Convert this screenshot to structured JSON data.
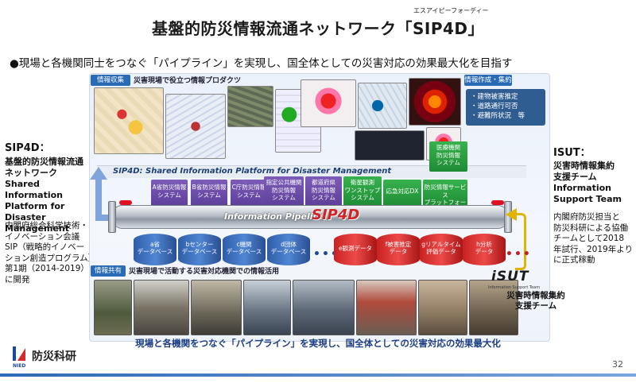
{
  "header": {
    "ruby": "エスアイピーフォーディー",
    "title": "基盤的防災情報流通ネットワーク「SIP4D」",
    "subtitle": "●現場と各機関同士をつなぐ「パイプライン」を実現し、国全体としての災害対応の効果最大化を目指す"
  },
  "left": {
    "heading": "SIP4D：",
    "name_ja_1": "基盤的防災情報流通",
    "name_ja_2": "ネットワーク",
    "name_en_1": "Shared Information",
    "name_en_2": "Platform for Disaster",
    "name_en_3": "Management",
    "desc_1": "内閣府総合科学技術・",
    "desc_2": "イノベーション会議",
    "desc_3": "SIP（戦略的イノベー",
    "desc_4": "ション創造プログラム）",
    "desc_5": "第1期（2014-2019）",
    "desc_6": "に開発"
  },
  "right": {
    "heading": "ISUT：",
    "name_ja_1": "災害時情報集約",
    "name_ja_2": "支援チーム",
    "name_en_1": "Information",
    "name_en_2": "Support Team",
    "desc_1": "内閣府防災担当と",
    "desc_2": "防災科研による協働",
    "desc_3": "チームとして2018",
    "desc_4": "年試行、2019年より",
    "desc_5": "に正式稼動",
    "logo": "iSUT",
    "logo_small": "Information Support Team",
    "caption_1": "災害時情報集約",
    "caption_2": "支援チーム"
  },
  "panel": {
    "top_tag": "情報収集",
    "top_caption": "災害現場で役立つ情報プロダクツ",
    "right_tag": "情報作成・集約",
    "info_list": [
      "・建物被害推定",
      "・道路通行可否",
      "・避難所状況　等"
    ],
    "platform_label": "SIP4D: Shared Information Platform for Disaster Management",
    "systems": [
      [
        "A省防災情報",
        "システム"
      ],
      [
        "B省防災情報",
        "システム"
      ],
      [
        "C庁防災情報",
        "システム"
      ],
      [
        "指定公共機関",
        "防災情報",
        "システム"
      ],
      [
        "都道府県",
        "防災情報",
        "システム"
      ]
    ],
    "green_systems": [
      [
        "衛星観測",
        "ワンストップ",
        "システム"
      ],
      [
        "応急対応DX"
      ],
      [
        "防災情報サービス",
        "プラットフォーム"
      ],
      [
        "医療機関",
        "防災情報",
        "システム"
      ]
    ],
    "pipeline_label": "Information Pipeline",
    "pipeline_logo": "SIP4D",
    "databases_blue": [
      [
        "a省",
        "データベース"
      ],
      [
        "bセンター",
        "データベース"
      ],
      [
        "c機関",
        "データベース"
      ],
      [
        "d団体",
        "データベース"
      ]
    ],
    "databases_red": [
      [
        "e観測データ"
      ],
      [
        "f被害推定",
        "データ"
      ],
      [
        "gリアルタイム",
        "評価データ"
      ],
      [
        "h分析",
        "データ"
      ]
    ],
    "dots": "•••",
    "bottom_tag": "情報共有",
    "bottom_caption": "災害現場で活動する災害対応機関での情報活用",
    "banner": "現場と各機関をつなぐ「パイプライン」を実現し、国全体としての災害対応の効果最大化"
  },
  "footer": {
    "org_name": "防災科研",
    "org_abbr": "NIED",
    "page": "32"
  },
  "colors": {
    "blue_tag": "#2a6bb5",
    "purple_system": "#6a4aaa",
    "green_system": "#2a9e40",
    "blue_db": "#3b6fc0",
    "red_db": "#d42a2a"
  }
}
